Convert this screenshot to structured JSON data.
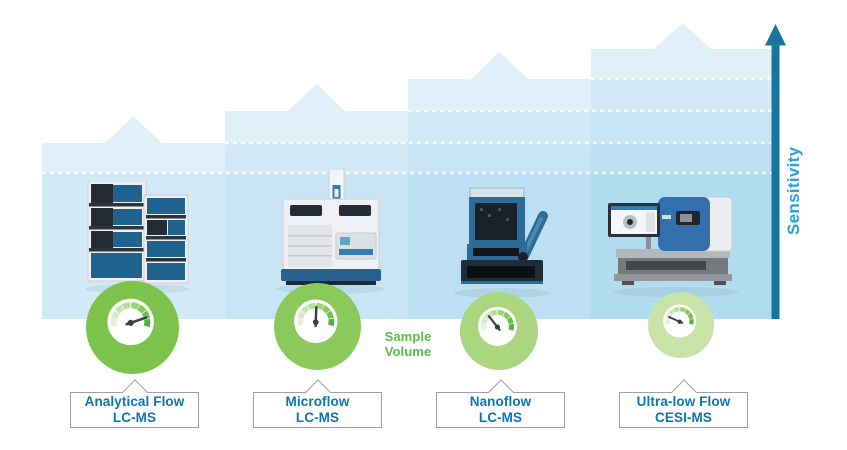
{
  "figure": {
    "description_visible_text_only": true
  },
  "sensitivity_axis": {
    "label": "Sensitivity",
    "arrow_color": "#17759f",
    "label_color": "#2da0d8"
  },
  "sample_volume": {
    "label": "Sample Volume",
    "color": "#5fba46"
  },
  "bars": {
    "dash_color": "#ffffff",
    "band_colors": [
      "#e0f1fa",
      "#d2eaf6",
      "#c7e5f4",
      "#bce0f1",
      "#b1dbee"
    ],
    "sensitivity_levels": [
      1,
      2,
      3,
      4
    ]
  },
  "label_text_color": "#0e75b4",
  "products": [
    {
      "label_line1": "Analytical Flow",
      "label_line2": "LC-MS",
      "gauge": {
        "needle_angle_deg": 71,
        "circle_color": "#7dc24b",
        "value_fraction": 0.9
      }
    },
    {
      "label_line1": "Microflow",
      "label_line2": "LC-MS",
      "gauge": {
        "needle_angle_deg": 2,
        "circle_color": "#8cc95d",
        "value_fraction": 0.5
      }
    },
    {
      "label_line1": "Nanoflow",
      "label_line2": "LC-MS",
      "gauge": {
        "needle_angle_deg": -38,
        "circle_color": "#aad680",
        "value_fraction": 0.3
      }
    },
    {
      "label_line1": "Ultra-low Flow",
      "label_line2": "CESI-MS",
      "gauge": {
        "needle_angle_deg": -66,
        "circle_color": "#c7e3a8",
        "value_fraction": 0.15
      }
    }
  ]
}
